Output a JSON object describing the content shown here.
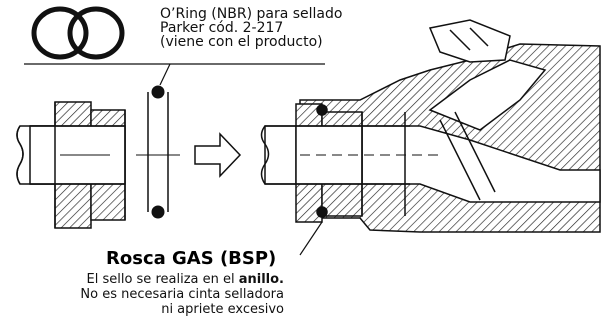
{
  "oring_note": {
    "line1": "O’Ring (NBR) para sellado",
    "line2": "Parker cód. 2-217",
    "line3": "(viene con el producto)"
  },
  "thread_title": "Rosca GAS (BSP)",
  "seal_note": {
    "line1_prefix": "El sello se realiza en el ",
    "line1_bold": "anillo.",
    "line2": "No es necesaria cinta selladora",
    "line3": "ni apriete excesivo"
  }
}
